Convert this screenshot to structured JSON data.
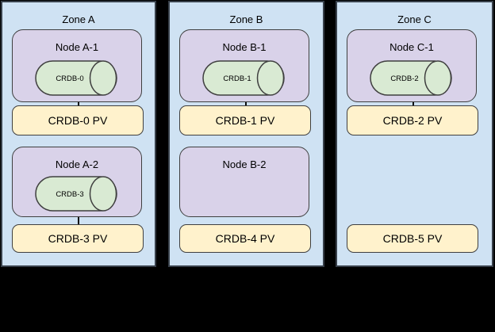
{
  "diagram": {
    "zones": [
      {
        "label": "Zone A",
        "nodes": [
          {
            "label": "Node A-1",
            "pod": "CRDB-0",
            "pv": "CRDB-0 PV",
            "pod_connected_to_pv": true
          },
          {
            "label": "Node A-2",
            "pod": "CRDB-3",
            "pv": "CRDB-3 PV",
            "pod_connected_to_pv": true
          }
        ]
      },
      {
        "label": "Zone B",
        "nodes": [
          {
            "label": "Node B-1",
            "pod": "CRDB-1",
            "pv": "CRDB-1 PV",
            "pod_connected_to_pv": true
          },
          {
            "label": "Node B-2",
            "pod": null,
            "pv": "CRDB-4 PV",
            "pod_connected_to_pv": false
          }
        ]
      },
      {
        "label": "Zone C",
        "nodes": [
          {
            "label": "Node C-1",
            "pod": "CRDB-2",
            "pv": "CRDB-2 PV",
            "pod_connected_to_pv": true
          },
          {
            "label": null,
            "pod": null,
            "pv": "CRDB-5 PV",
            "pod_connected_to_pv": false
          }
        ]
      }
    ],
    "colors": {
      "background": "#000000",
      "zone_fill": "#cfe2f3",
      "node_fill": "#d9d2e9",
      "pod_fill": "#d9ead3",
      "pv_fill": "#fff2cc",
      "outline": "#3f3f3f"
    }
  }
}
